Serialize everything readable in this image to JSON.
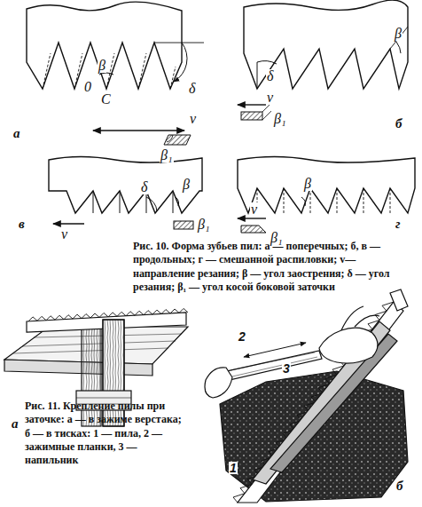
{
  "diagram": {
    "caption": "Рис. 10. Форма зубьев пил: а — поперечных; б, в — продольных; г — смешанной распиловки; v— направление резания; β — угол заострения; δ — угол резания; β₁ — угол косой боковой заточки",
    "labels": [
      "а",
      "0",
      "β",
      "C",
      "δ",
      "v",
      "β₁",
      "б",
      "β",
      "δ",
      "v",
      "β₁",
      "в",
      "δ",
      "β",
      "v",
      "β₁",
      "г",
      "β",
      "v",
      "β₁",
      "а",
      "2",
      "3",
      "1",
      "б",
      "Рис. 11. Крепление пилы при заточке: а — в зажиме верстака; б — в тисках: 1 — пила, 2 — зажимные планки, 3 — напильник"
    ]
  }
}
